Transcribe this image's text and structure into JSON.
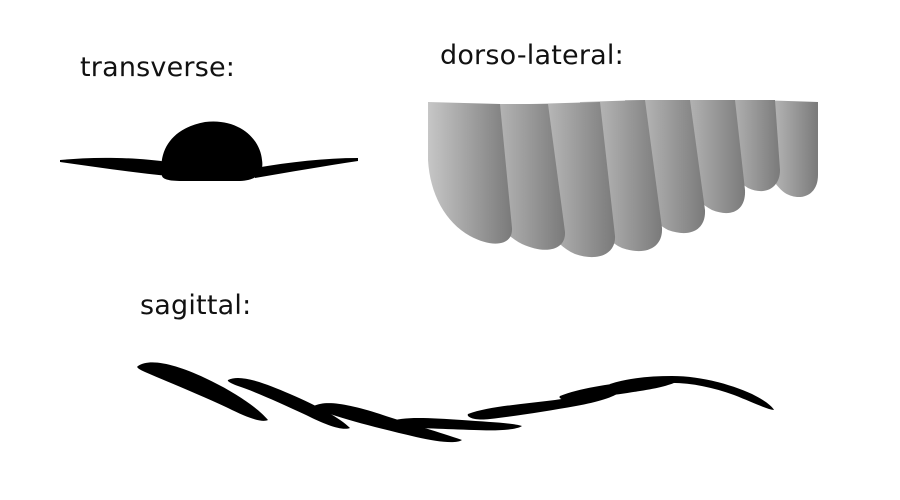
{
  "labels": {
    "transverse": "transverse:",
    "dorso_lateral": "dorso-lateral:",
    "sagittal": "sagittal:"
  },
  "colors": {
    "background": "#ffffff",
    "silhouette": "#000000",
    "scale_fill_light": "#bdbdbd",
    "scale_fill_mid": "#9a9a9a",
    "scale_fill_dark": "#7d7d7d"
  }
}
